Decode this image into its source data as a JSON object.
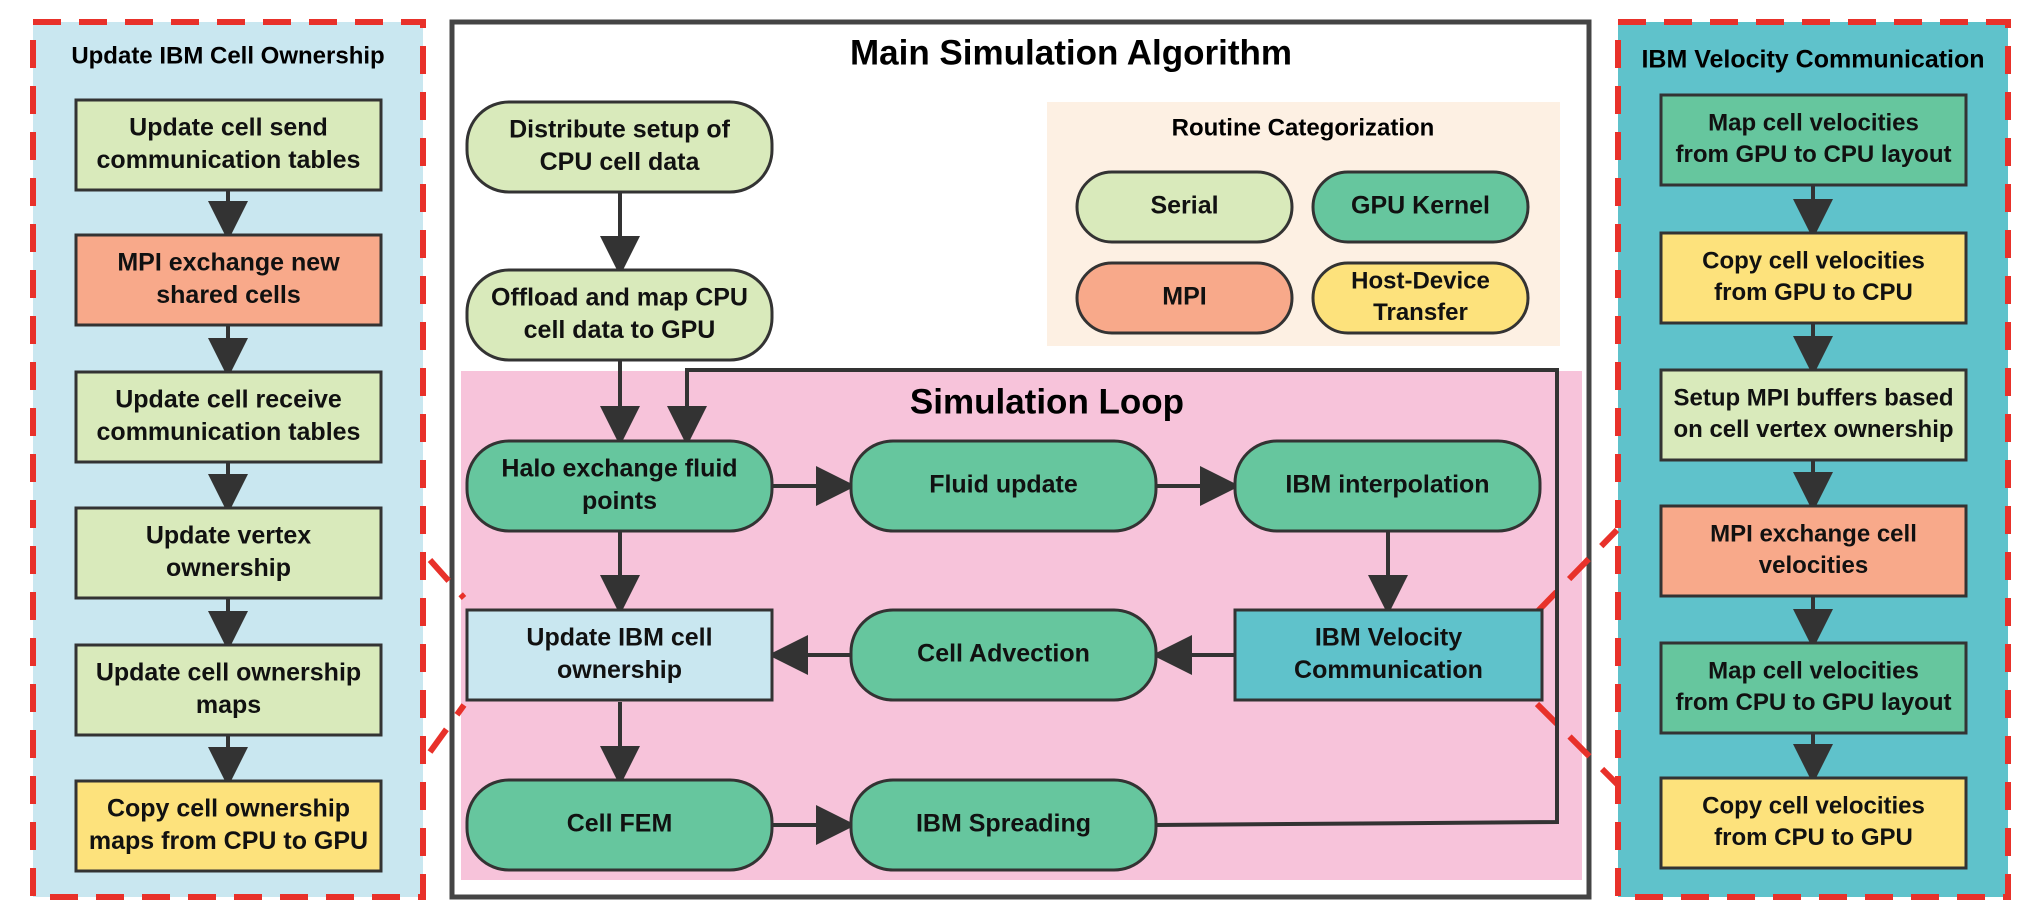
{
  "colors": {
    "serial": "#d9eabb",
    "gpu_kernel": "#66c69e",
    "mpi": "#f8a98a",
    "host_device": "#fde27c",
    "ibm_comm": "#5fc2cb",
    "ibm_ownership": "#c9e7f0",
    "left_panel_bg": "#c9e7f0",
    "right_panel_bg": "#5fc2cb",
    "loop_bg": "#f7c3da",
    "legend_bg": "#fdf0e3",
    "panel_border": "#e8312a",
    "stroke": "#333333"
  },
  "left_panel": {
    "title": "Update IBM Cell Ownership",
    "steps": [
      {
        "lines": [
          "Update cell send",
          "communication tables"
        ],
        "category": "serial"
      },
      {
        "lines": [
          "MPI exchange new",
          "shared cells"
        ],
        "category": "mpi"
      },
      {
        "lines": [
          "Update cell receive",
          "communication tables"
        ],
        "category": "serial"
      },
      {
        "lines": [
          "Update vertex",
          "ownership"
        ],
        "category": "serial"
      },
      {
        "lines": [
          "Update cell ownership",
          "maps"
        ],
        "category": "serial"
      },
      {
        "lines": [
          "Copy cell ownership",
          "maps from CPU to GPU"
        ],
        "category": "host_device"
      }
    ]
  },
  "main": {
    "title": "Main Simulation Algorithm",
    "setup": {
      "distribute": {
        "lines": [
          "Distribute setup of",
          "CPU cell data"
        ],
        "category": "serial"
      },
      "offload": {
        "lines": [
          "Offload and map CPU",
          "cell data to GPU"
        ],
        "category": "serial"
      }
    },
    "legend": {
      "title": "Routine Categorization",
      "items": [
        {
          "lines": [
            "Serial"
          ],
          "category": "serial"
        },
        {
          "lines": [
            "GPU Kernel"
          ],
          "category": "gpu_kernel"
        },
        {
          "lines": [
            "MPI"
          ],
          "category": "mpi"
        },
        {
          "lines": [
            "Host-Device",
            "Transfer"
          ],
          "category": "host_device"
        }
      ]
    },
    "loop": {
      "title": "Simulation Loop",
      "halo": {
        "lines": [
          "Halo exchange fluid",
          "points"
        ],
        "category": "gpu_kernel"
      },
      "fluid": {
        "lines": [
          "Fluid update"
        ],
        "category": "gpu_kernel"
      },
      "ibm_interp": {
        "lines": [
          "IBM interpolation"
        ],
        "category": "gpu_kernel"
      },
      "ibm_vel_comm": {
        "lines": [
          "IBM Velocity",
          "Communication"
        ],
        "category": "ibm_comm"
      },
      "advection": {
        "lines": [
          "Cell Advection"
        ],
        "category": "gpu_kernel"
      },
      "ownership": {
        "lines": [
          "Update IBM cell",
          "ownership"
        ],
        "category": "ibm_ownership"
      },
      "fem": {
        "lines": [
          "Cell FEM"
        ],
        "category": "gpu_kernel"
      },
      "spreading": {
        "lines": [
          "IBM Spreading"
        ],
        "category": "gpu_kernel"
      }
    }
  },
  "right_panel": {
    "title": "IBM Velocity Communication",
    "steps": [
      {
        "lines": [
          "Map cell velocities",
          "from GPU to CPU layout"
        ],
        "category": "gpu_kernel"
      },
      {
        "lines": [
          "Copy cell velocities",
          "from GPU to CPU"
        ],
        "category": "host_device"
      },
      {
        "lines": [
          "Setup MPI buffers based",
          "on cell vertex ownership"
        ],
        "category": "serial"
      },
      {
        "lines": [
          "MPI exchange cell",
          "velocities"
        ],
        "category": "mpi"
      },
      {
        "lines": [
          "Map cell velocities",
          "from CPU to GPU layout"
        ],
        "category": "gpu_kernel"
      },
      {
        "lines": [
          "Copy cell velocities",
          "from CPU to GPU"
        ],
        "category": "host_device"
      }
    ]
  }
}
